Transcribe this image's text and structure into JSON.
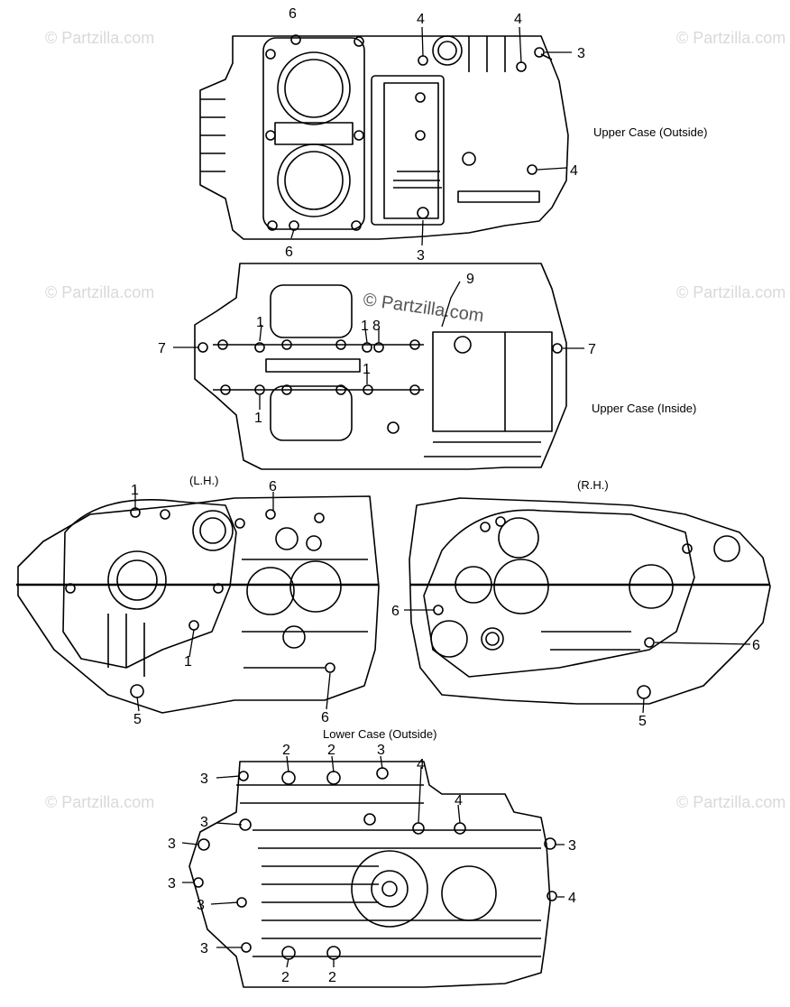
{
  "watermarks": [
    "© Partzilla.com",
    "© Partzilla.com",
    "© Partzilla.com",
    "© Partzilla.com",
    "© Partzilla.com",
    "© Partzilla.com",
    "© Partzilla.com"
  ],
  "captions": {
    "upper_outside": "Upper Case (Outside)",
    "upper_inside": "Upper Case (Inside)",
    "lh": "(L.H.)",
    "rh": "(R.H.)",
    "lower_outside": "Lower Case (Outside)"
  },
  "callouts": {
    "uo": [
      "6",
      "4",
      "4",
      "3",
      "4",
      "6",
      "3"
    ],
    "ui": [
      "9",
      "1",
      "8",
      "7",
      "7",
      "1",
      "1",
      "1"
    ],
    "lh": [
      "1",
      "6",
      "1",
      "5",
      "6"
    ],
    "rh": [
      "6",
      "6",
      "5"
    ],
    "lo": [
      "2",
      "2",
      "3",
      "4",
      "3",
      "4",
      "3",
      "3",
      "3",
      "3",
      "3",
      "4",
      "3",
      "2",
      "2"
    ]
  },
  "colors": {
    "line": "#000000",
    "watermark": "#d9d9d9"
  }
}
